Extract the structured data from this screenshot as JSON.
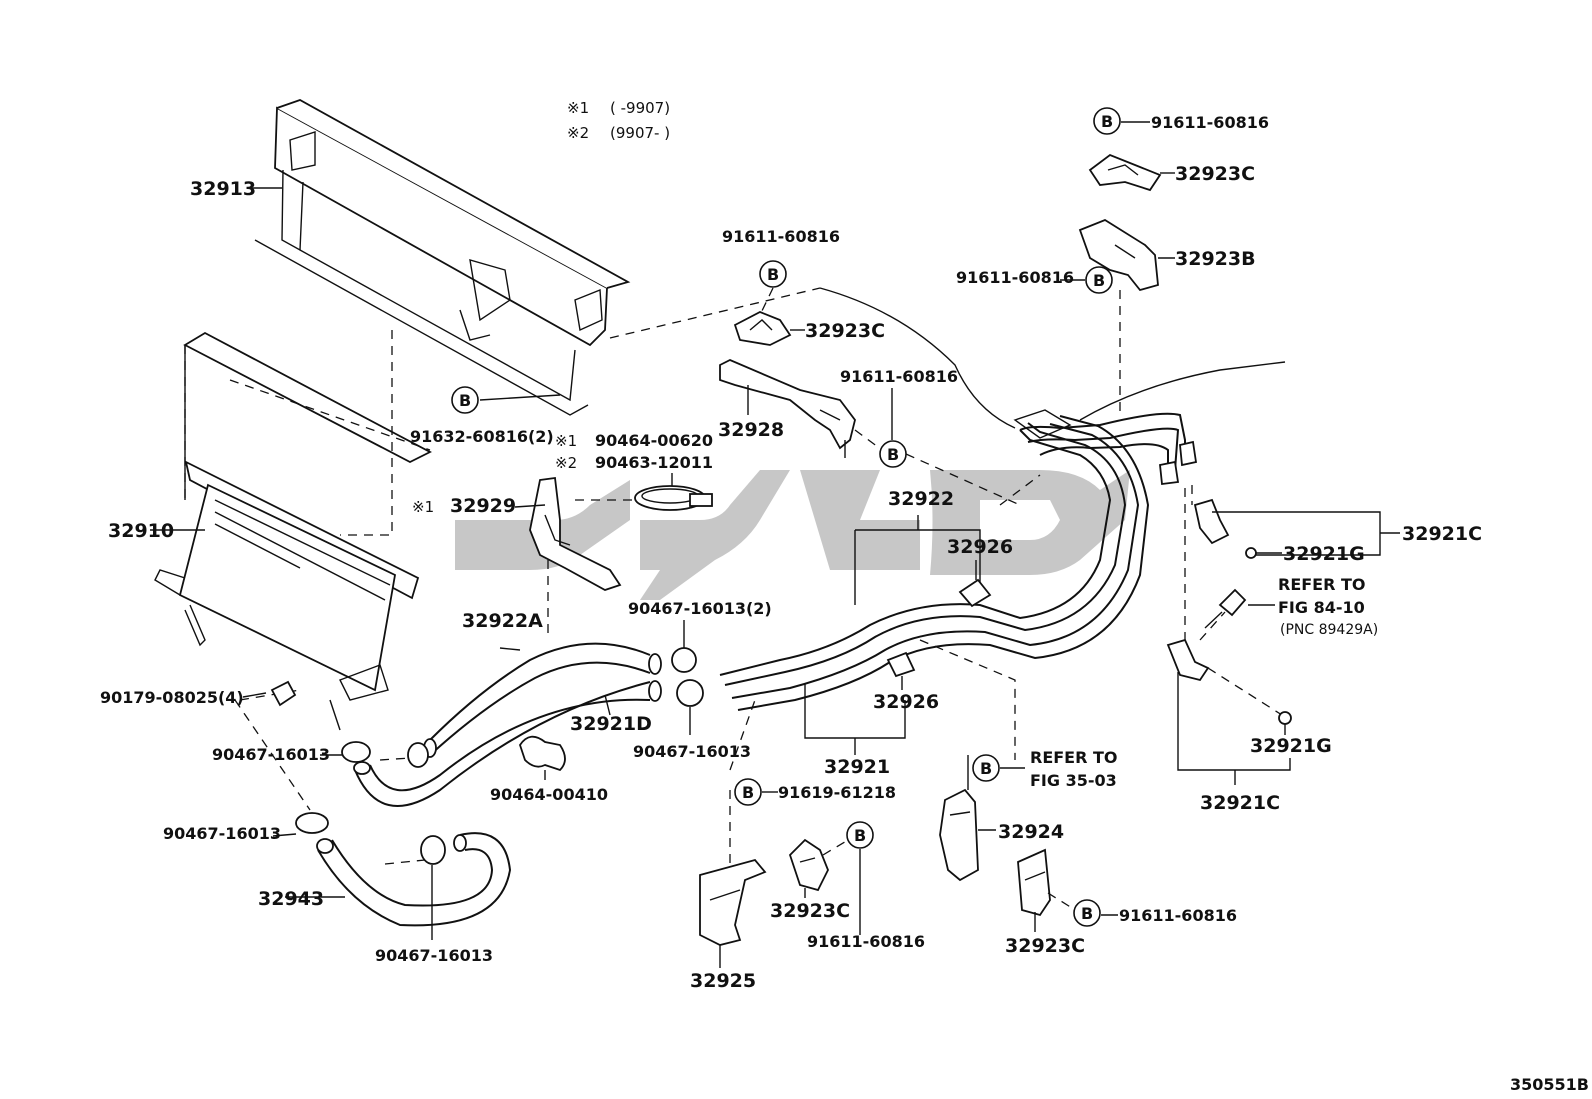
{
  "notes": {
    "note1_mark": "※1",
    "note1_range": "(      -9907)",
    "note2_mark": "※2",
    "note2_range": "(9907-      )"
  },
  "bolt_symbol": "B",
  "labels": {
    "p32913": "32913",
    "p32910": "32910",
    "p32929": "32929",
    "p32929_mark": "※1",
    "p32922A": "32922A",
    "p32921D": "32921D",
    "p32943": "32943",
    "p32928": "32928",
    "p32923C_top": "32923C",
    "p32923C_right": "32923C",
    "p32923B": "32923B",
    "p32922": "32922",
    "p32926_a": "32926",
    "p32926_b": "32926",
    "p32921": "32921",
    "p32921C_a": "32921C",
    "p32921G_a": "32921G",
    "p32921G_b": "32921G",
    "p32921C_b": "32921C",
    "p32924": "32924",
    "p32923C_lower": "32923C",
    "p32925": "32925",
    "p32923C_bottom": "32923C",
    "b91611_60816_top": "91611-60816",
    "b91611_60816_mid": "91611-60816",
    "b91611_60816_right": "91611-60816",
    "b91611_60816_c": "91611-60816",
    "b91611_60816_lower": "91611-60816",
    "b91611_60816_bottom": "91611-60816",
    "b91632": "91632-60816(2)",
    "c90464_00620_mark": "※1",
    "c90464_00620": "90464-00620",
    "c90463_12011_mark": "※2",
    "c90463_12011": "90463-12011",
    "c90467_16013_2": "90467-16013(2)",
    "c90467_16013_a": "90467-16013",
    "c90467_16013_b": "90467-16013",
    "c90467_16013_c": "90467-16013",
    "c90467_16013_d": "90467-16013",
    "c90179": "90179-08025(4)",
    "c90464_00410": "90464-00410",
    "b91619": "91619-61218",
    "ref1_l1": "REFER TO",
    "ref1_l2": "FIG 84-10",
    "ref1_l3": "(PNC 89429A)",
    "ref2_l1": "REFER TO",
    "ref2_l2": "FIG 35-03"
  },
  "code": "350551B"
}
